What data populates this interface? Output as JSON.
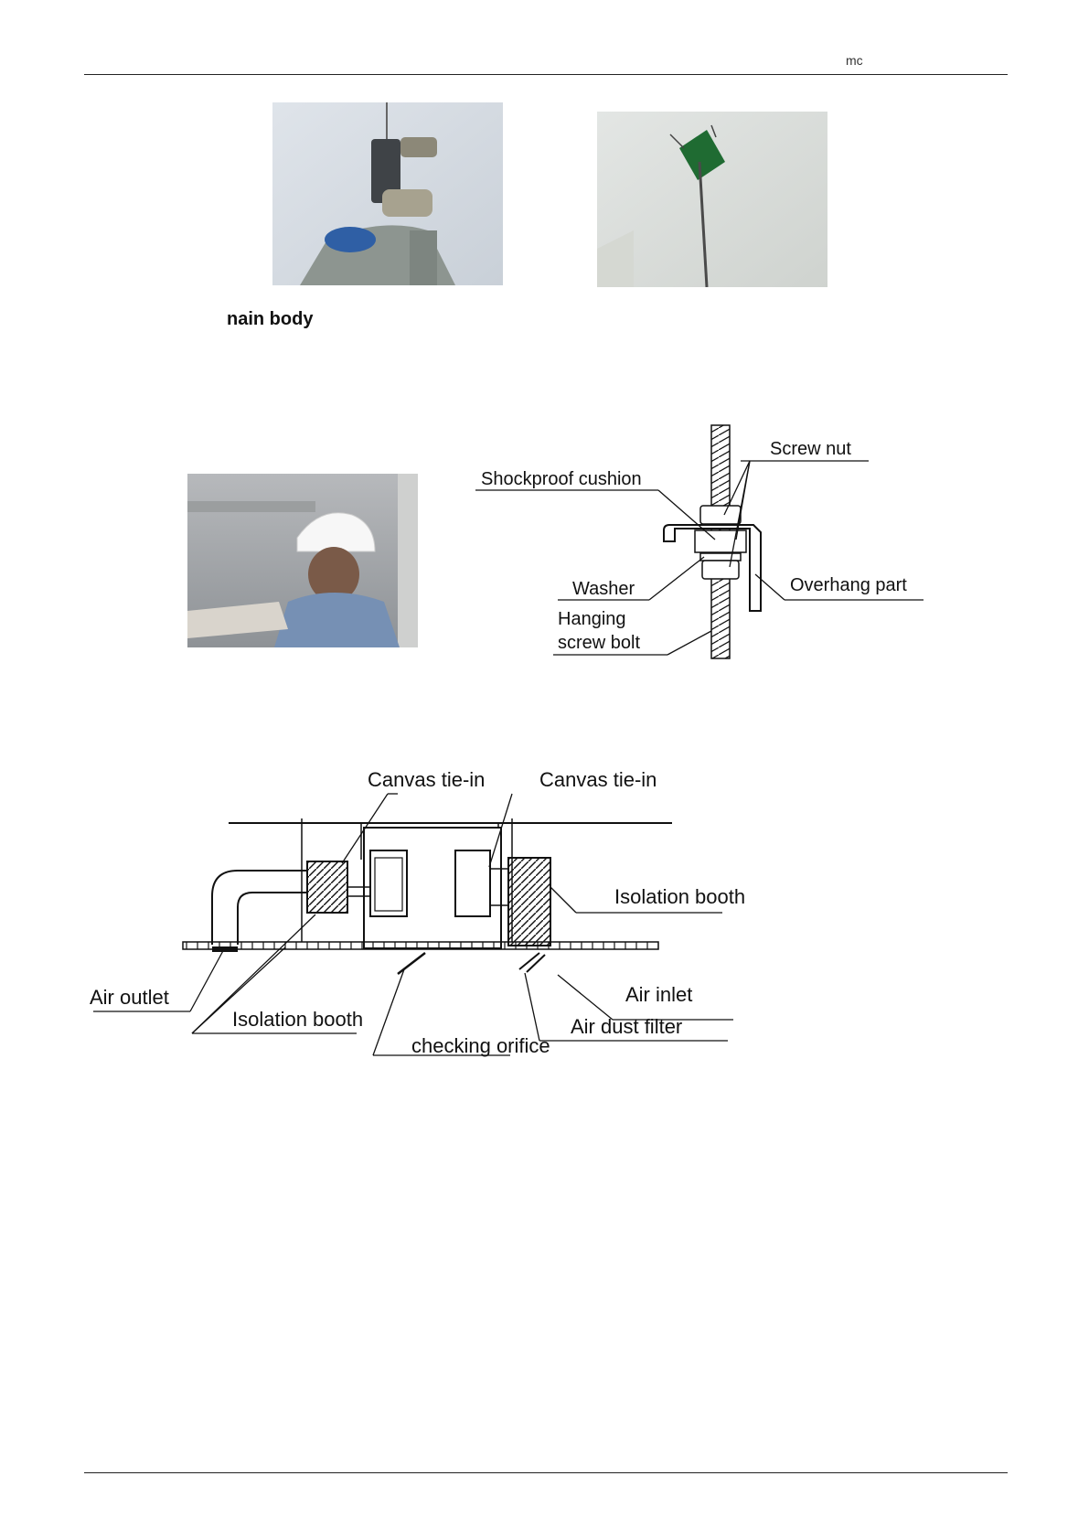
{
  "header": {
    "fragment": "mc"
  },
  "section": {
    "heading": "nain body"
  },
  "hanger_diagram": {
    "labels": {
      "screw_nut": "Screw nut",
      "shockproof_cushion": "Shockproof cushion",
      "washer": "Washer",
      "overhang_part": "Overhang part",
      "hanging_line1": "Hanging",
      "hanging_line2": "screw bolt"
    }
  },
  "duct_diagram": {
    "labels": {
      "canvas_left": "Canvas tie-in",
      "canvas_right": "Canvas tie-in",
      "isolation_right": "Isolation booth",
      "air_outlet": "Air outlet",
      "isolation_left": "Isolation booth",
      "checking_orifice": "checking orifice",
      "air_inlet": "Air inlet",
      "air_dust_filter": "Air dust filter"
    }
  }
}
